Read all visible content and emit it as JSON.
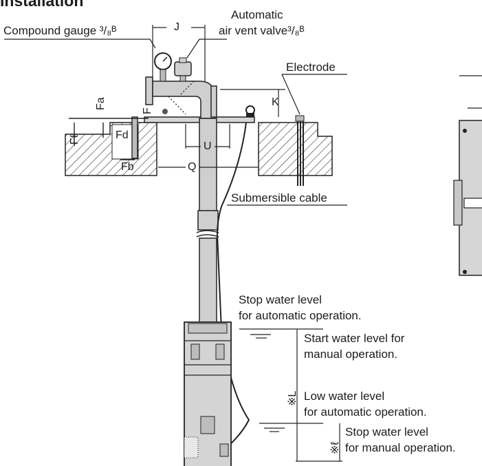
{
  "section_title": "Installation",
  "labels": {
    "compound_gauge": "Compound gauge ³/₈ᴮ",
    "air_vent_line1": "Automatic",
    "air_vent_line2": "air vent valve³/₈ᴮ",
    "electrode": "Electrode",
    "submersible_cable": "Submersible cable",
    "stop_auto_line1": "Stop water level",
    "stop_auto_line2": "for automatic operation.",
    "start_manual_line1": "Start water level for",
    "start_manual_line2": "manual operation.",
    "low_auto_line1": "Low water level",
    "low_auto_line2": "for automatic operation.",
    "stop_manual_line1": "Stop water level",
    "stop_manual_line2": "for manual operation."
  },
  "dimensions": {
    "J": "J",
    "K": "K",
    "Fa": "Fa",
    "Fl": "Fℓ",
    "F": "F",
    "Fd": "Fd",
    "Fb": "Fb",
    "U": "U",
    "Q": "Q",
    "L": "※L",
    "l": "※ℓ"
  }
}
